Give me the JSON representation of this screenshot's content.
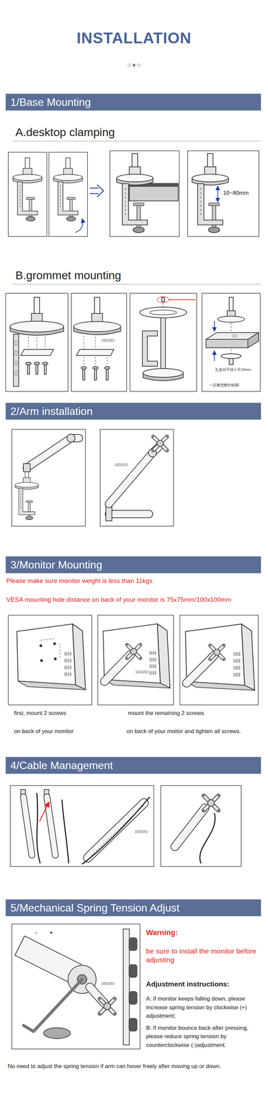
{
  "diagram": {
    "title": "INSTALLATION",
    "nodes": [
      {
        "text": [
          "1/Base Mounting"
        ]
      },
      {
        "text": [
          "2/Arm installation"
        ]
      },
      {
        "text": [
          "3/Monitor Mounting"
        ]
      },
      {
        "text": [
          "4/Cable Management"
        ]
      },
      {
        "text": [
          "5/Mechanical Spring Tension Adjust"
        ]
      }
    ],
    "labels": [
      "A.desktop clamping",
      "10~80mm",
      "B.grommet mounting",
      "1826263",
      "孔直径不得小于10mm",
      "一定要把螺丝锁紧!",
      "1826263",
      "Please make sure monitor weight is less than 11kgs.",
      "VESA mounting hole distance on back of your monitor is 75x75mm/100x100mm",
      "1826263",
      "first, mount 2 screws",
      "on back of your monitor",
      "mount the remaining 2 screws",
      "on back of your moitor and tighten all screws.",
      "1826263",
      "-",
      "+",
      "1826263",
      "Warning:",
      "be sure to install the monitor before adjusting",
      "Adjustment instructions:",
      "A: If monitor keeps falling down, please increase spring tension by clockwise (+) adjustment;",
      "B: If monitor bounce back after pressing, please reduce spring tension by counterclockwise (-)adjustment.",
      "No need to adjust the spring tension if arm can hover freely after moving up or down."
    ]
  }
}
